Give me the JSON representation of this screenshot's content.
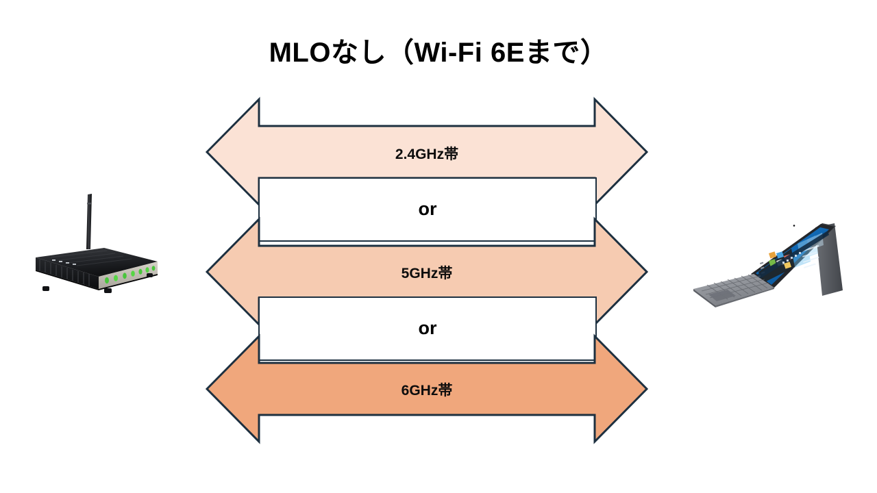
{
  "slide": {
    "title": "MLOなし（Wi-Fi 6Eまで）",
    "background_color": "#FFFFFF",
    "outline_color": "#1D3040"
  },
  "bands": [
    {
      "label": "2.4GHz帯",
      "fill_color": "#FBE2D5",
      "order": 1
    },
    {
      "label": "5GHz帯",
      "fill_color": "#F6CBB1",
      "order": 2
    },
    {
      "label": "6GHz帯",
      "fill_color": "#F0A77C",
      "order": 3
    }
  ],
  "connectors": [
    {
      "label": "or"
    },
    {
      "label": "or"
    }
  ],
  "devices": {
    "left": {
      "name": "wireless-router",
      "body_color": "#161616",
      "panel_color": "#C8C4BB",
      "led_color": "#4CC93F"
    },
    "right": {
      "name": "windows-tablet-laptop",
      "chassis_color": "#8A8D92",
      "screen_color": "#1273C4",
      "accent_color": "#0A6CBE"
    }
  }
}
